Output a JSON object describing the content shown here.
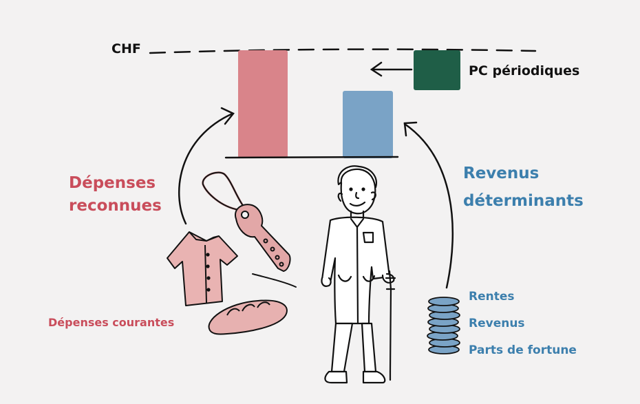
{
  "chart_labels": {
    "currency": "CHF",
    "pc_periodic": "PC périodiques"
  },
  "expenses": {
    "title_line1": "Dépenses",
    "title_line2": "reconnues",
    "current": "Dépenses courantes"
  },
  "income": {
    "title_line1": "Revenus",
    "title_line2": "déterminants",
    "items": [
      "Rentes",
      "Revenus",
      "Parts de fortune"
    ]
  },
  "colors": {
    "expense": "#d9848a",
    "income": "#7aa3c6",
    "pc": "#1f5e47",
    "expense_text": "#c94d5b",
    "income_text": "#3c7fad",
    "line": "#111111",
    "background": "#f3f2f2"
  }
}
